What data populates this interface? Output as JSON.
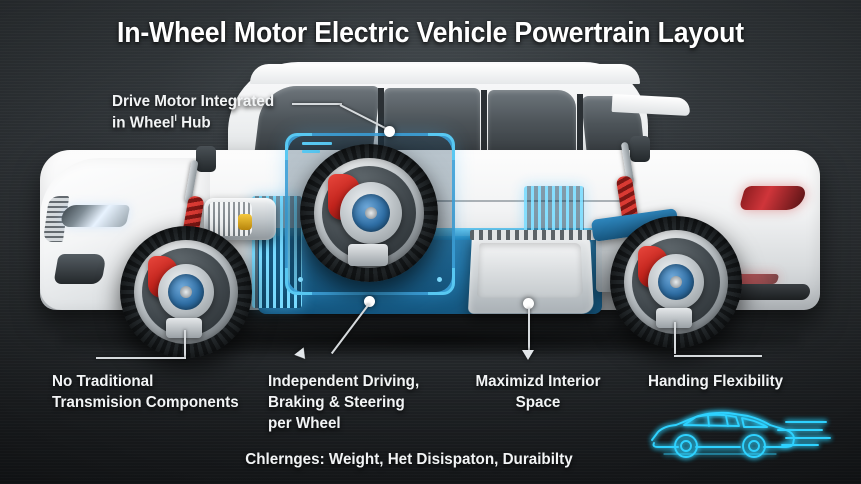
{
  "page": {
    "title": "In-Wheel Motor Electric Vehicle Powertrain Layout",
    "background_color": "#2d3134",
    "accent_color": "#3ca0d7",
    "neon_color": "#2fd2ff",
    "text_color": "#f2f4f5",
    "caliper_color": "#c1231c"
  },
  "callouts": {
    "drive_motor": {
      "line1": "Drive Motor Integrated",
      "line2": "in Wheel",
      "line2_suffix": "Hub",
      "marker": "superscript-artifact"
    },
    "no_transmission": {
      "line1": "No Traditional",
      "line2": "Transmision Components"
    },
    "independent": {
      "line1": "Independent Driving,",
      "line2": "Braking & Steering",
      "line3": "per Wheel"
    },
    "interior_space": {
      "line1": "Maximizd Interior",
      "line2": "Space"
    },
    "handling": {
      "line1": "Handing Flexibility"
    }
  },
  "footer": {
    "challenges": "Chlernges: Weight, Het Disispaton, Duraibilty"
  },
  "icons": {
    "neon_car": "neon-car-speed-icon",
    "inset_panel": "magnifier-inset-panel",
    "callout_dot": "callout-dot-marker"
  },
  "vehicle": {
    "type": "white-electric-suv-cutaway",
    "wheels": [
      "front-wheel-cutaway",
      "rear-wheel-cutaway",
      "inset-wheel-hub-motor"
    ],
    "components": [
      "hub-motor",
      "brake-caliper",
      "coil-spring-suspension",
      "battery-floor-tray",
      "blue-chassis-frame"
    ]
  }
}
